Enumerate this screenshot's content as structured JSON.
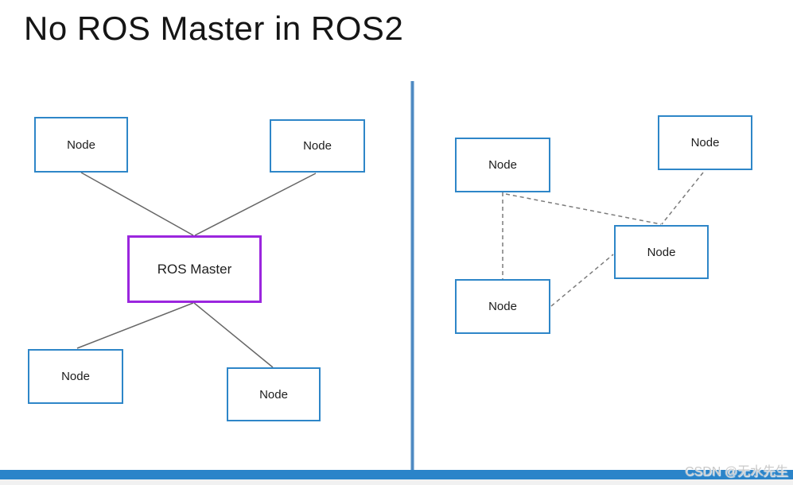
{
  "title": "No ROS Master in ROS2",
  "watermark": "CSDN @无水先生",
  "left_diagram": {
    "master_label": "ROS Master",
    "node_labels": [
      "Node",
      "Node",
      "Node",
      "Node"
    ],
    "connection_style": "solid"
  },
  "right_diagram": {
    "node_labels": [
      "Node",
      "Node",
      "Node",
      "Node"
    ],
    "connection_style": "dashed"
  },
  "colors": {
    "node_border": "#2e86c8",
    "master_border": "#9b26de",
    "divider": "#4a86c0",
    "bottom_bar": "#2b84c9",
    "solid_line": "#666666",
    "dashed_line": "#7b7b7b"
  }
}
